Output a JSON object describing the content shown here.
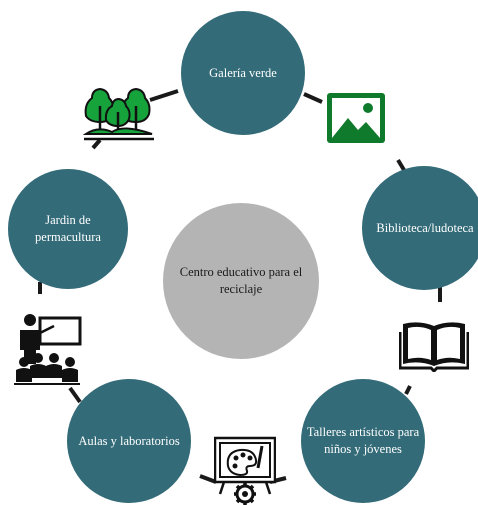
{
  "center": {
    "label": "Centro educativo para el reciclaje"
  },
  "nodes": [
    {
      "id": "galeria",
      "label": "Galería verde"
    },
    {
      "id": "biblioteca",
      "label": "Biblioteca/ludoteca"
    },
    {
      "id": "talleres",
      "label": "Talleres artísticos para niños y jóvenes"
    },
    {
      "id": "aulas",
      "label": "Aulas y laboratorios"
    },
    {
      "id": "jardin",
      "label": "Jardin de permacultura"
    }
  ],
  "icons": [
    {
      "name": "trees-icon",
      "color": "#0f7a2b"
    },
    {
      "name": "picture-icon",
      "color": "#0f7a2b"
    },
    {
      "name": "open-book-icon",
      "color": "#000000"
    },
    {
      "name": "painting-palette-gear-icon",
      "color": "#000000"
    },
    {
      "name": "classroom-teacher-icon",
      "color": "#000000"
    }
  ],
  "colors": {
    "outer_node": "#336b78",
    "center_node": "#b4b4b4",
    "connector": "#1a1a1a"
  }
}
